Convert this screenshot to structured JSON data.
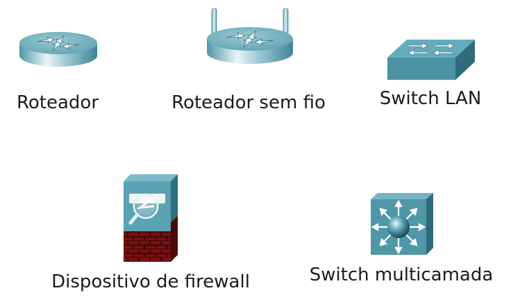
{
  "devices": {
    "router": {
      "label": "Roteador",
      "icon": "router-icon"
    },
    "wireless_router": {
      "label": "Roteador sem fio",
      "icon": "wireless-router-icon"
    },
    "lan_switch": {
      "label": "Switch LAN",
      "icon": "lan-switch-icon"
    },
    "firewall": {
      "label": "Dispositivo de firewall",
      "icon": "firewall-icon"
    },
    "multilayer_switch": {
      "label": "Switch multicamada",
      "icon": "multilayer-switch-icon"
    }
  },
  "colors": {
    "teal_light": "#a9d3dc",
    "teal_mid": "#5aa3b3",
    "teal_dark": "#2f6f7e",
    "brick": "#7a1010"
  }
}
